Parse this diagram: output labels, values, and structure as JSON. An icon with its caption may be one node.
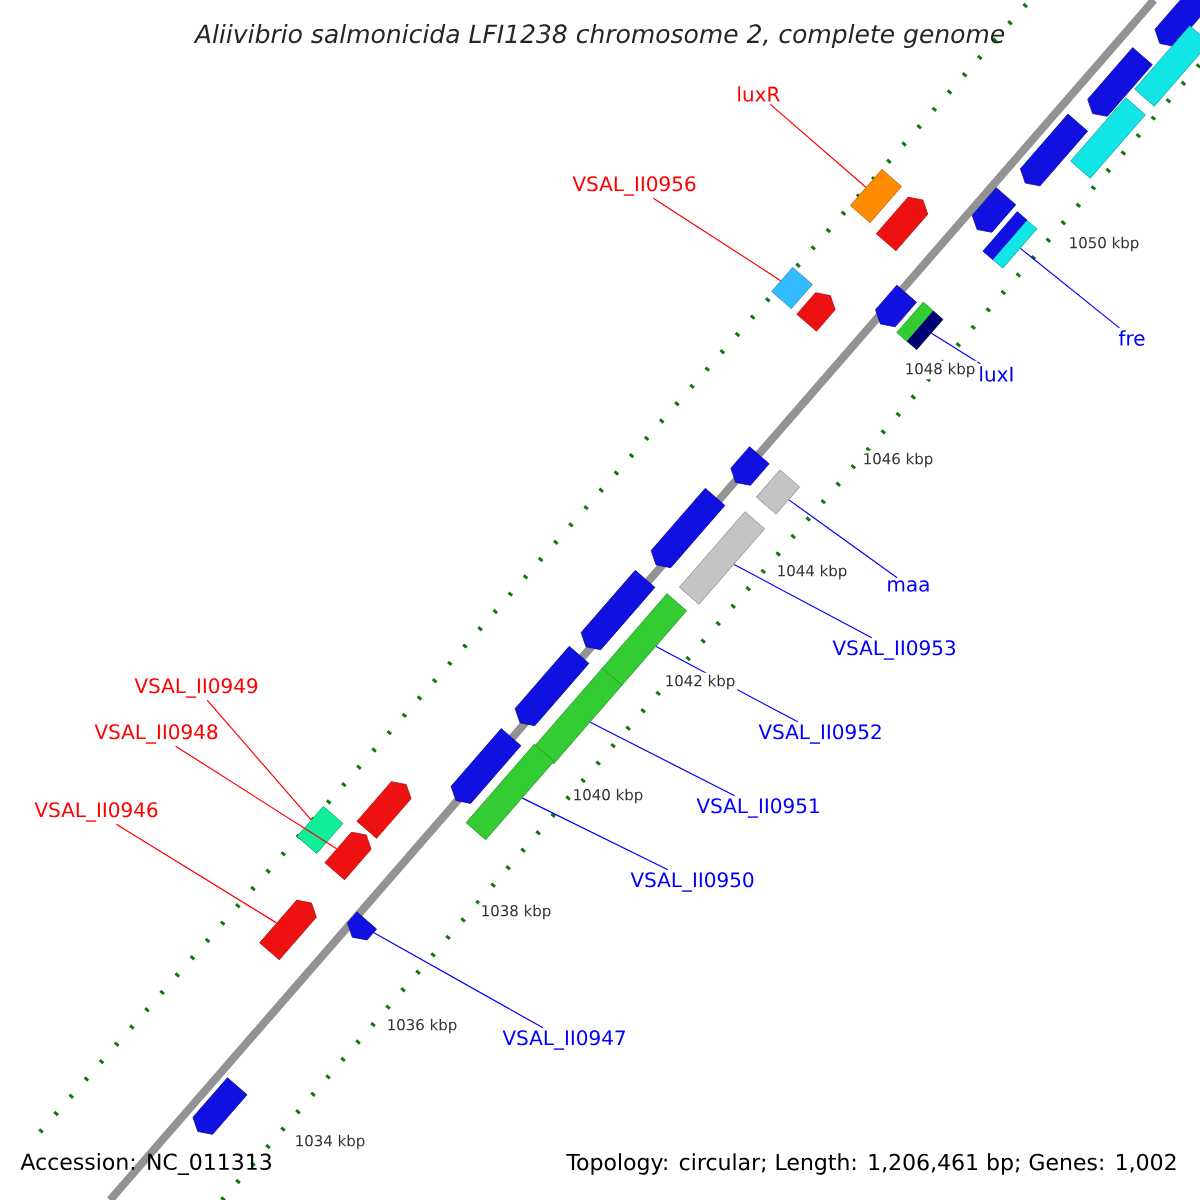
{
  "diagram": {
    "title": "Aliivibrio salmonicida LFI1238 chromosome 2, complete genome",
    "nodes": [
      {
        "text": [
          "luxR"
        ]
      },
      {
        "text": [
          "VSAL_II0956"
        ]
      },
      {
        "text": [
          "fre"
        ]
      },
      {
        "text": [
          "luxI"
        ]
      },
      {
        "text": [
          "maa"
        ]
      },
      {
        "text": [
          "VSAL_II0953"
        ]
      },
      {
        "text": [
          "VSAL_II0952"
        ]
      },
      {
        "text": [
          "VSAL_II0951"
        ]
      },
      {
        "text": [
          "VSAL_II0950"
        ]
      },
      {
        "text": [
          "VSAL_II0947"
        ]
      },
      {
        "text": [
          "VSAL_II0949"
        ]
      },
      {
        "text": [
          "VSAL_II0948"
        ]
      },
      {
        "text": [
          "VSAL_II0946"
        ]
      },
      {
        "text": [],
        "shape": "box"
      },
      {
        "text": [],
        "shape": "box"
      },
      {
        "text": [],
        "shape": "box"
      },
      {
        "text": [],
        "shape": "box"
      },
      {
        "text": [],
        "shape": "box"
      },
      {
        "text": [],
        "shape": "box"
      },
      {
        "text": [],
        "shape": "box"
      },
      {
        "text": [],
        "shape": "box"
      },
      {
        "text": [],
        "shape": "box"
      },
      {
        "text": [],
        "shape": "arrow"
      },
      {
        "text": [],
        "shape": "box"
      },
      {
        "text": [],
        "shape": "arrow"
      },
      {
        "text": [],
        "shape": "arrow"
      },
      {
        "text": [],
        "shape": "arrow"
      },
      {
        "text": [],
        "shape": "arrow"
      },
      {
        "text": [],
        "shape": "arrow"
      },
      {
        "text": [],
        "shape": "arrow"
      },
      {
        "text": [],
        "shape": "arrow"
      },
      {
        "text": [],
        "shape": "arrow"
      },
      {
        "text": [],
        "shape": "arrow"
      },
      {
        "text": [],
        "shape": "arrow"
      },
      {
        "text": [],
        "shape": "arrow"
      },
      {
        "text": [],
        "shape": "arrow"
      },
      {
        "text": [],
        "shape": "arrow"
      },
      {
        "text": [],
        "shape": "arrow"
      },
      {
        "text": [],
        "shape": "arrow"
      },
      {
        "text": [],
        "shape": "arrow"
      },
      {
        "text": [],
        "shape": "box"
      },
      {
        "text": [],
        "shape": "box"
      }
    ],
    "edges": [
      {
        "from": 0,
        "to": 13,
        "arrow": "none",
        "color": "#ff0000"
      },
      {
        "from": 1,
        "to": 14,
        "arrow": "none",
        "color": "#ff0000"
      },
      {
        "from": 2,
        "to": 15,
        "arrow": "none"
      },
      {
        "from": 3,
        "to": 16,
        "arrow": "none"
      },
      {
        "from": 4,
        "to": 17,
        "arrow": "none"
      },
      {
        "from": 5,
        "to": 18,
        "arrow": "none"
      },
      {
        "from": 6,
        "to": 19,
        "arrow": "none"
      },
      {
        "from": 7,
        "to": 20,
        "arrow": "none"
      },
      {
        "from": 8,
        "to": 21,
        "arrow": "none"
      },
      {
        "from": 9,
        "to": 22,
        "arrow": "none"
      },
      {
        "from": 10,
        "to": 23,
        "arrow": "none",
        "color": "#ff0000"
      },
      {
        "from": 11,
        "to": 24,
        "arrow": "none",
        "color": "#ff0000"
      },
      {
        "from": 12,
        "to": 25,
        "arrow": "none",
        "color": "#ff0000"
      }
    ],
    "labels": [
      "1050 kbp",
      "1048 kbp",
      "1046 kbp",
      "1044 kbp",
      "1042 kbp",
      "1040 kbp",
      "1038 kbp",
      "1036 kbp",
      "1034 kbp",
      "Accession: NC_011313",
      "Topology: circular; Length: 1,206,461 bp; Genes: 1,002"
    ]
  }
}
